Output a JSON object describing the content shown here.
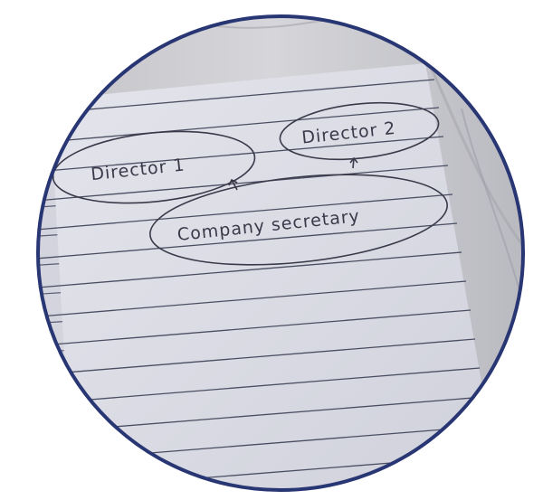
{
  "photo": {
    "frame_color": "#283673",
    "notebook_color": "#dcdce4",
    "rule_color": "#4a4e62",
    "ink_color": "#3a3a4a",
    "marble_color": "#c9c9cf",
    "labels": {
      "director_1": "Director 1",
      "director_2": "Director 2",
      "company_secretary": "Company secretary"
    },
    "arrow_icons": [
      "arrow-up-icon",
      "arrow-up-icon"
    ]
  }
}
